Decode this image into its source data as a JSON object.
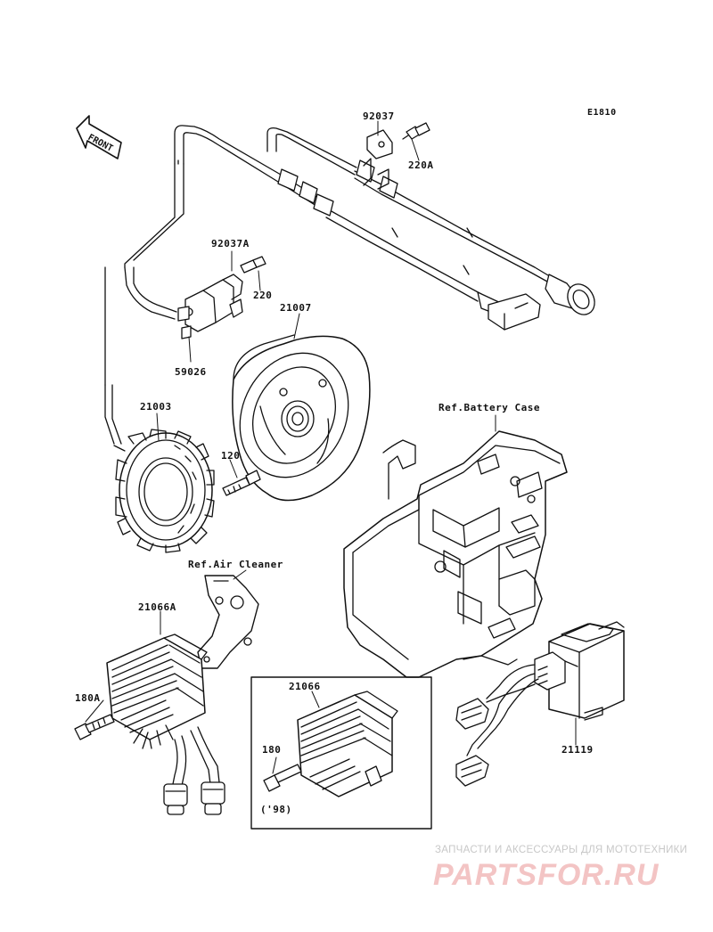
{
  "diagram_code": "E1810",
  "front_label": "FRONT",
  "parts": {
    "p92037": "92037",
    "p220A": "220A",
    "p92037A": "92037A",
    "p220": "220",
    "p21007": "21007",
    "p59026": "59026",
    "p21003": "21003",
    "p120": "120",
    "p21066A": "21066A",
    "p180A": "180A",
    "p21066": "21066",
    "p180": "180",
    "p98": "('98)",
    "p21119": "21119"
  },
  "refs": {
    "battery_case": "Ref.Battery Case",
    "air_cleaner": "Ref.Air Cleaner"
  },
  "watermark": {
    "caption": "ЗАПЧАСТИ И АКСЕССУАРЫ ДЛЯ МОТОТЕХНИКИ",
    "logo": "PARTSFOR.RU"
  }
}
